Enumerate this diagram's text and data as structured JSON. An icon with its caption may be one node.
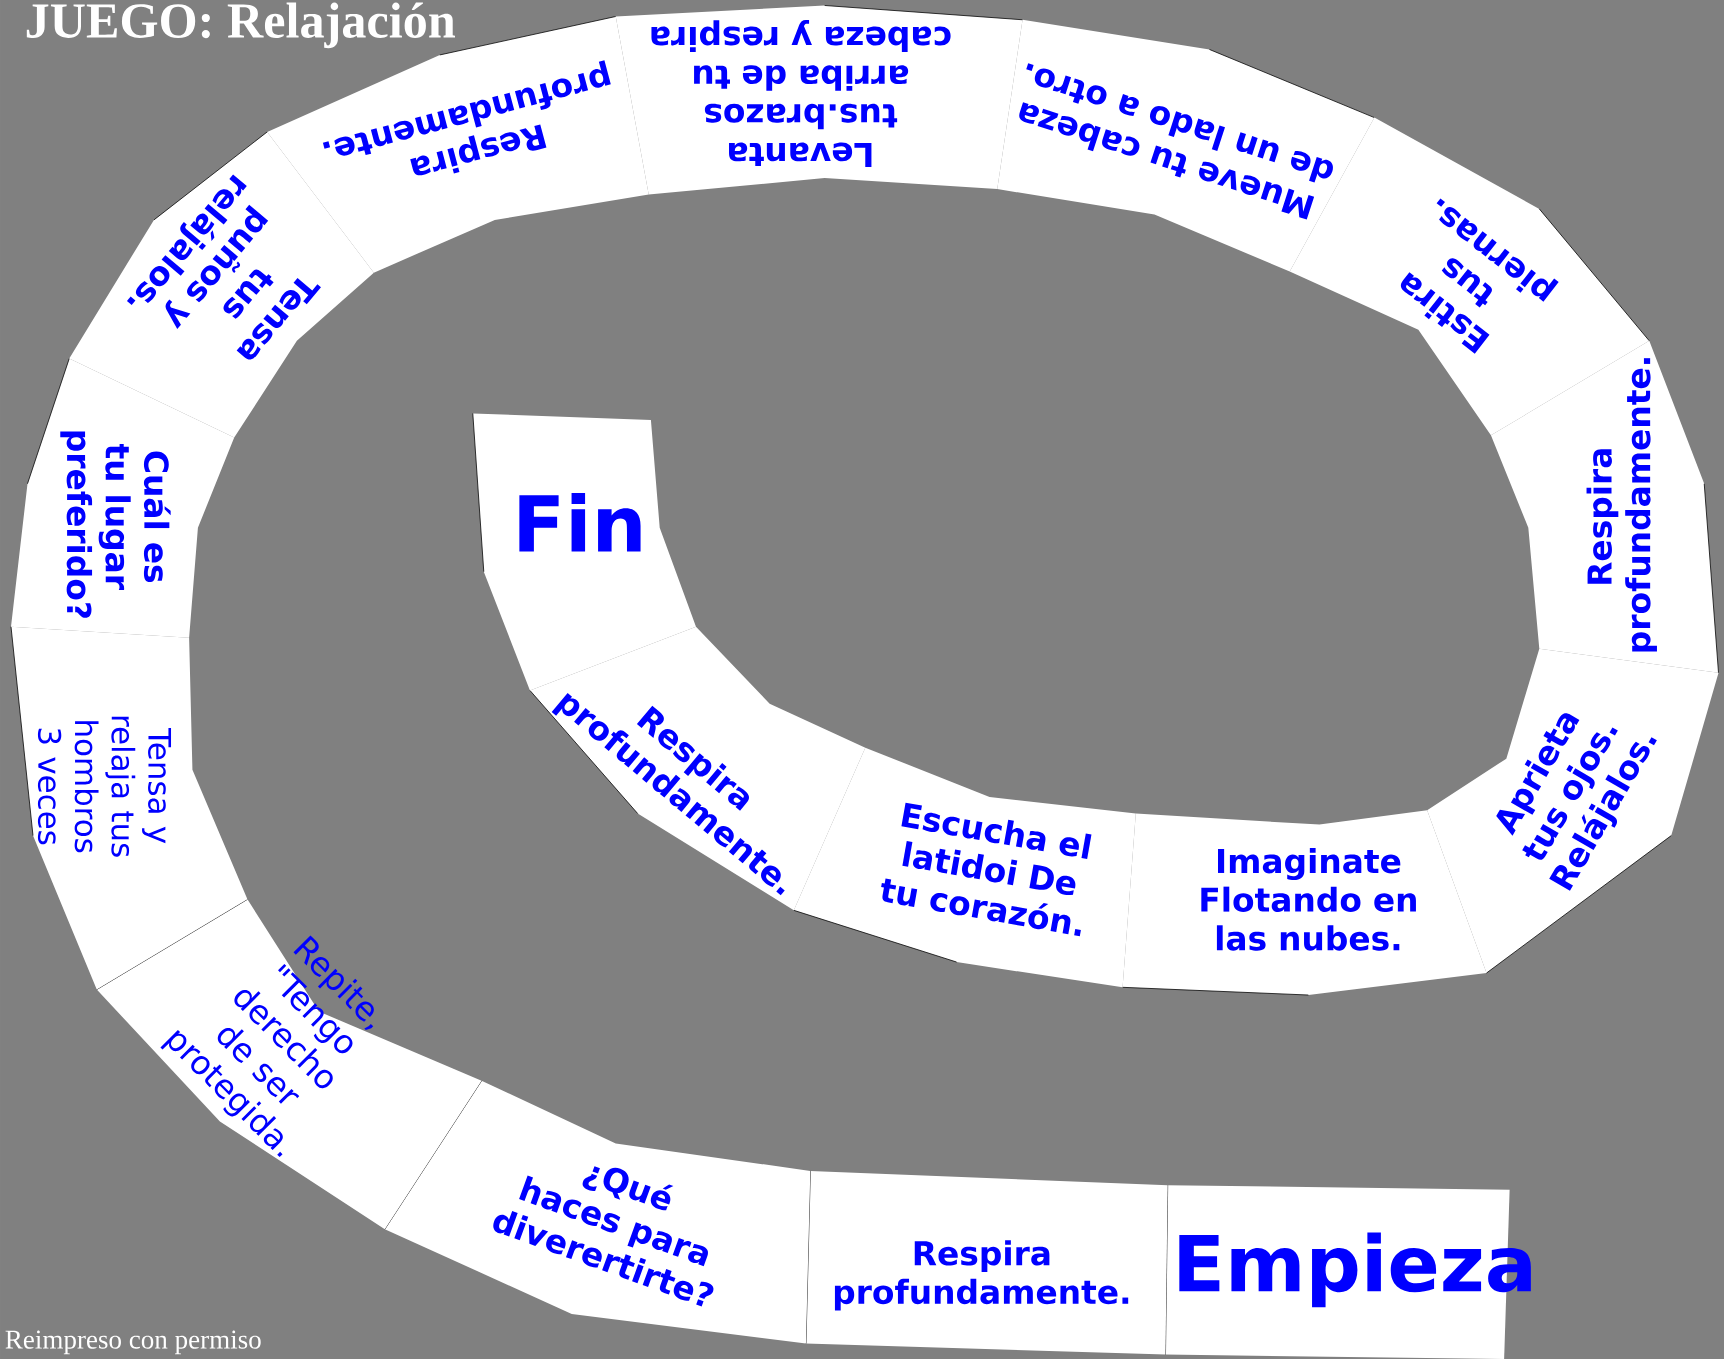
{
  "diagram": {
    "title": "JUEGO: Relajación",
    "nodes": [
      {
        "text": [
          "Empieza"
        ]
      },
      {
        "text": [
          "Respira profundamente."
        ]
      },
      {
        "text": [
          "¿Qué haces para diverertirte?"
        ]
      },
      {
        "text": [
          "Repite, \"Tengo derecho de ser protegida."
        ]
      },
      {
        "text": [
          "Tensa y relaja tus hombros 3 veces"
        ]
      },
      {
        "text": [
          "Cuál es tu lugar preferido?"
        ]
      },
      {
        "text": [
          "Tensa tus puños y relájalos."
        ]
      },
      {
        "text": [
          "Respira profundamente."
        ]
      },
      {
        "text": [
          "Levanta tus.brazos arriba de tu cabeza y respira"
        ]
      },
      {
        "text": [
          "Mueve tu cabeza de un lado a otro."
        ]
      },
      {
        "text": [
          "Estira tus piernas."
        ]
      },
      {
        "text": [
          "Respira profundamente."
        ]
      },
      {
        "text": [
          "Aprieta tus ojos. Relájalos."
        ]
      },
      {
        "text": [
          "Imaginate Flotando en las nubes."
        ]
      },
      {
        "text": [
          "Escucha el latidoi De tu corazón."
        ]
      },
      {
        "text": [
          "Respira profundamente."
        ]
      },
      {
        "text": [
          "Fin"
        ]
      }
    ],
    "labels": [
      "Reimpreso con permiso"
    ]
  }
}
